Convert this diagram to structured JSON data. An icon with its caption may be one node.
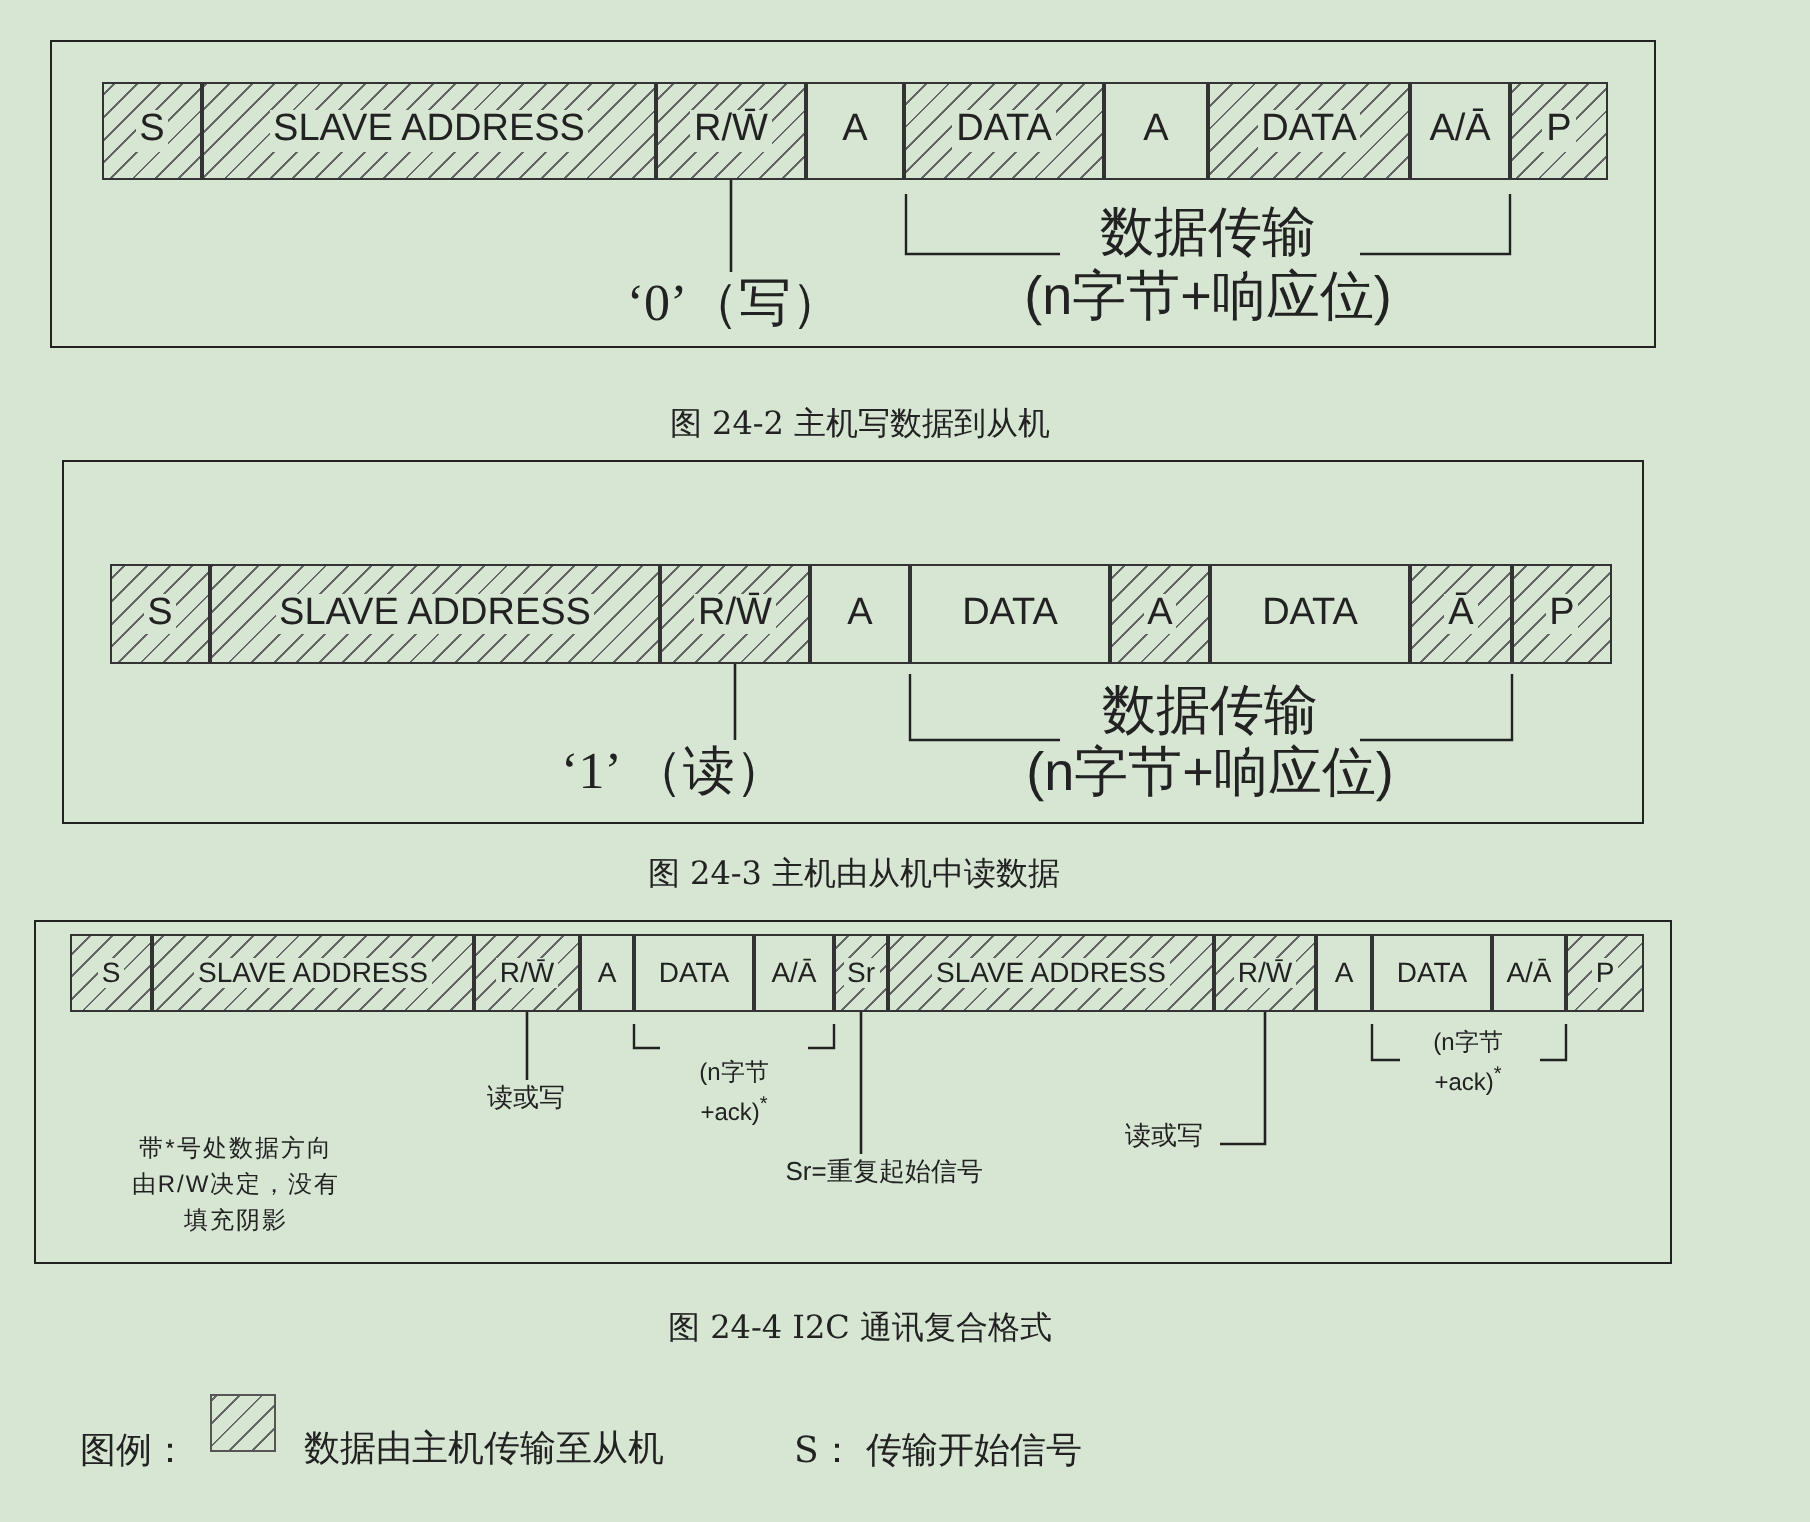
{
  "diagram": {
    "nodes": [
      {
        "text": [
          "S"
        ]
      },
      {
        "text": [
          "SLAVE ADDRESS"
        ]
      },
      {
        "text": [
          "R/W̄"
        ]
      },
      {
        "text": [
          "A"
        ]
      },
      {
        "text": [
          "DATA"
        ]
      },
      {
        "text": [
          "A"
        ]
      },
      {
        "text": [
          "DATA"
        ]
      },
      {
        "text": [
          "A/Ā"
        ]
      },
      {
        "text": [
          "P"
        ]
      },
      {
        "text": [
          "‘0’（写）"
        ]
      },
      {
        "text": [
          "S"
        ]
      },
      {
        "text": [
          "SLAVE ADDRESS"
        ]
      },
      {
        "text": [
          "R/W̄"
        ]
      },
      {
        "text": [
          "A"
        ]
      },
      {
        "text": [
          "DATA"
        ]
      },
      {
        "text": [
          "A"
        ]
      },
      {
        "text": [
          "DATA"
        ]
      },
      {
        "text": [
          "Ā"
        ]
      },
      {
        "text": [
          "P"
        ]
      },
      {
        "text": [
          "‘1’ （读）"
        ]
      },
      {
        "text": [
          "S"
        ]
      },
      {
        "text": [
          "SLAVE ADDRESS"
        ]
      },
      {
        "text": [
          "R/W̄"
        ]
      },
      {
        "text": [
          "A"
        ]
      },
      {
        "text": [
          "DATA"
        ]
      },
      {
        "text": [
          "A/Ā"
        ]
      },
      {
        "text": [
          "Sr"
        ]
      },
      {
        "text": [
          "SLAVE ADDRESS"
        ]
      },
      {
        "text": [
          "R/W̄"
        ]
      },
      {
        "text": [
          "A"
        ]
      },
      {
        "text": [
          "DATA"
        ]
      },
      {
        "text": [
          "A/Ā"
        ]
      },
      {
        "text": [
          "P"
        ]
      },
      {
        "text": [
          "读或写"
        ]
      },
      {
        "text": [
          "Sr=重复起始信号"
        ]
      },
      {
        "text": [
          "读或写"
        ]
      }
    ],
    "edges": [
      {
        "from": 9,
        "to": 2,
        "arrow": "none"
      },
      {
        "from": 19,
        "to": 12,
        "arrow": "none"
      },
      {
        "from": 33,
        "to": 22,
        "arrow": "none"
      },
      {
        "from": 34,
        "to": 26,
        "arrow": "none"
      },
      {
        "from": 35,
        "to": 28,
        "arrow": "none"
      }
    ],
    "labels": [
      "数据传输",
      "(n字节+响应位)",
      "图 24-2 主机写数据到从机",
      "数据传输",
      "(n字节+响应位)",
      "图 24-3 主机由从机中读数据",
      "(n字节 +ack)$^{*}$",
      "带*号处数据方向由R/W决定，没有填充阴影",
      "(n字节 +ack)$^{*}$",
      "图 24-4 I2C 通讯复合格式",
      "图例：",
      "S： 传输开始信号"
    ],
    "legend": [
      {
        "text": "数据由主机传输至从机"
      }
    ]
  }
}
